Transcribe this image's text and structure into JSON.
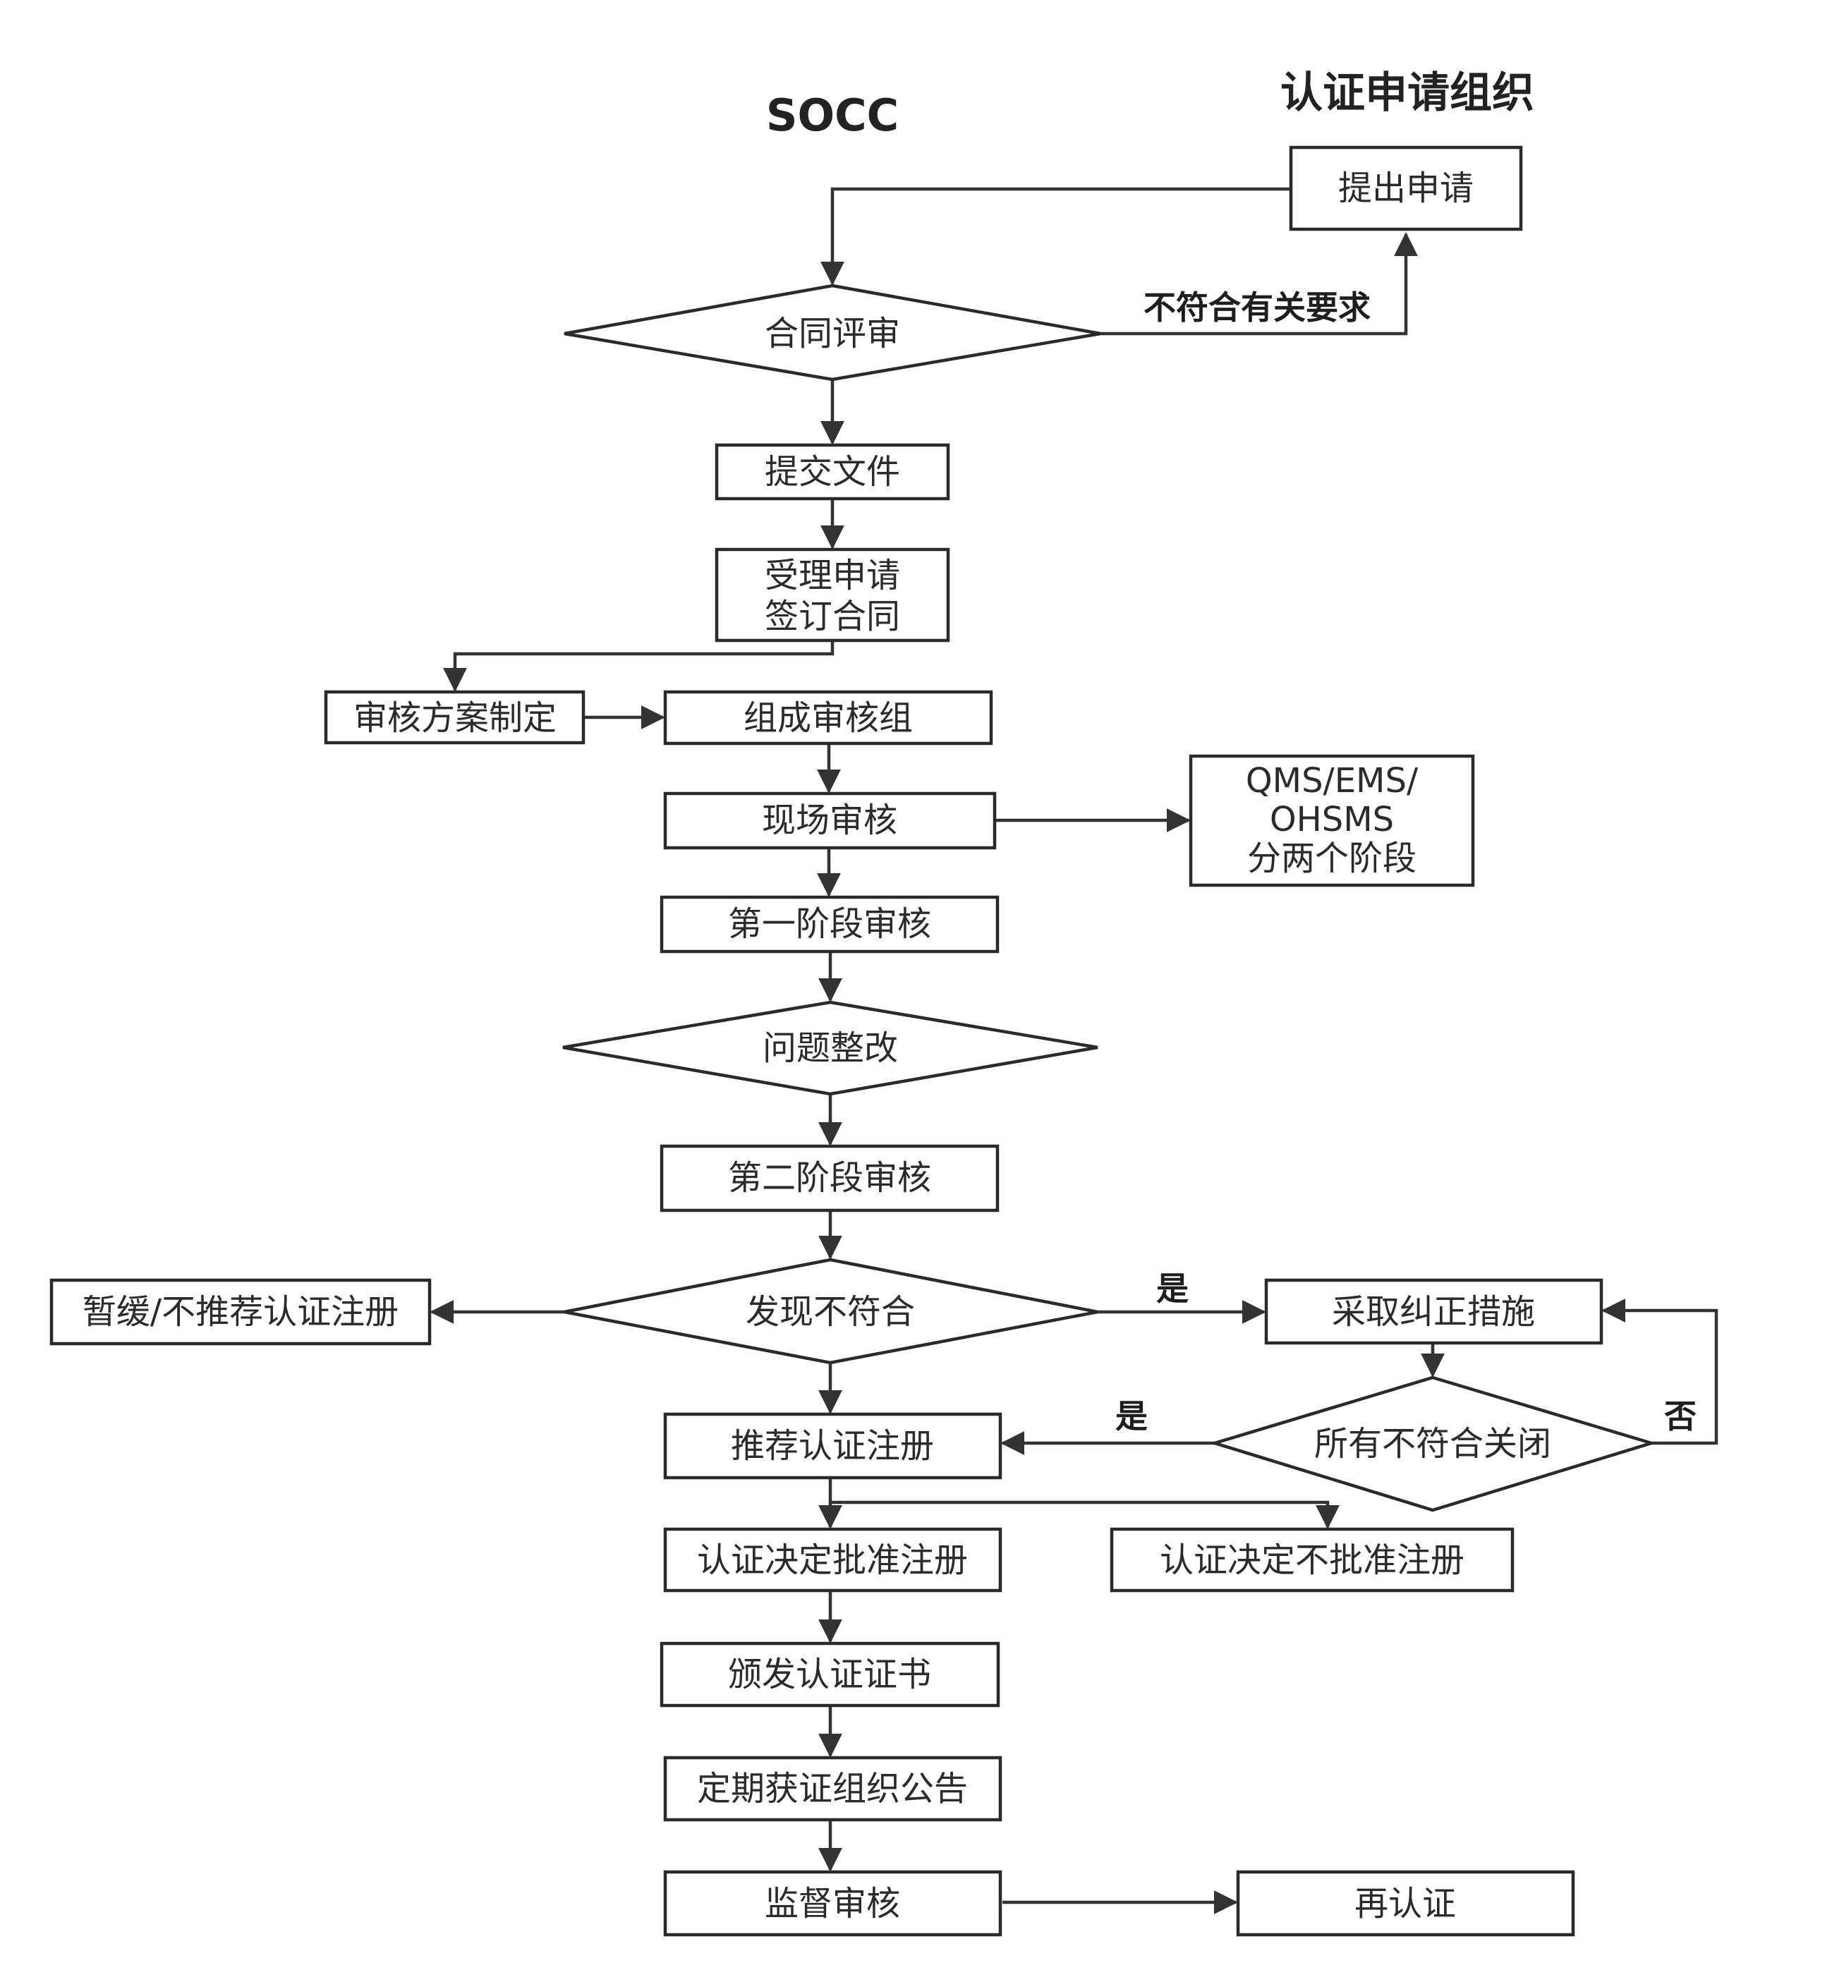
{
  "lanes": {
    "left": "SOCC",
    "right": "认证申请组织"
  },
  "nodes": {
    "apply": "提出申请",
    "contract_review": "合同评审",
    "submit_docs": "提交文件",
    "accept_line1": "受理申请",
    "accept_line2": "签订合同",
    "audit_plan": "审核方案制定",
    "audit_team": "组成审核组",
    "onsite_audit": "现场审核",
    "stages_line1": "QMS/EMS/",
    "stages_line2": "OHSMS",
    "stages_line3": "分两个阶段",
    "stage1_audit": "第一阶段审核",
    "rectification": "问题整改",
    "stage2_audit": "第二阶段审核",
    "nonconformity_found": "发现不符合",
    "suspend": "暂缓/不推荐认证注册",
    "corrective_action": "采取纠正措施",
    "all_closed": "所有不符合关闭",
    "recommend": "推荐认证注册",
    "approve": "认证决定批准注册",
    "reject": "认证决定不批准注册",
    "issue_cert": "颁发认证证书",
    "announce": "定期获证组织公告",
    "surveillance": "监督审核",
    "recert": "再认证"
  },
  "edge_labels": {
    "not_meet": "不符合有关要求",
    "yes_right": "是",
    "yes_left": "是",
    "no": "否"
  }
}
